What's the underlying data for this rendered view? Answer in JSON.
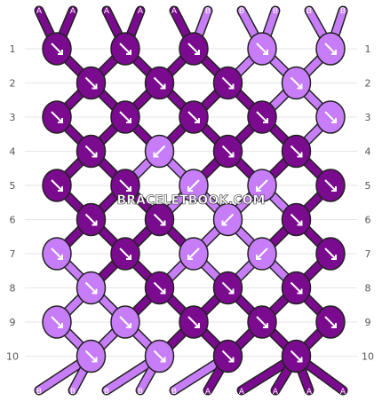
{
  "site_watermark": "BRACELETBOOK.COM",
  "colors": {
    "A": "#7a0a8e",
    "B": "#c77df7",
    "outline": "#222222",
    "bg": "#ffffff"
  },
  "strings_top": [
    "A",
    "A",
    "A",
    "A",
    "A",
    "B",
    "B",
    "B",
    "B",
    "B"
  ],
  "strings_bottom": [
    "B",
    "B",
    "B",
    "B",
    "B",
    "A",
    "A",
    "A",
    "A",
    "A"
  ],
  "row_labels": [
    "1",
    "2",
    "3",
    "4",
    "5",
    "6",
    "7",
    "8",
    "9",
    "10"
  ],
  "rows": [
    {
      "knots": [
        {
          "color": "A",
          "dir": "right"
        },
        {
          "color": "A",
          "dir": "right"
        },
        {
          "color": "A",
          "dir": "right"
        },
        {
          "color": "B",
          "dir": "right"
        },
        {
          "color": "B",
          "dir": "right"
        }
      ]
    },
    {
      "knots": [
        {
          "color": "A",
          "dir": "right"
        },
        {
          "color": "A",
          "dir": "right"
        },
        {
          "color": "A",
          "dir": "right"
        },
        {
          "color": "B",
          "dir": "right"
        }
      ]
    },
    {
      "knots": [
        {
          "color": "A",
          "dir": "right"
        },
        {
          "color": "A",
          "dir": "right"
        },
        {
          "color": "A",
          "dir": "right"
        },
        {
          "color": "A",
          "dir": "right"
        },
        {
          "color": "B",
          "dir": "right"
        }
      ]
    },
    {
      "knots": [
        {
          "color": "A",
          "dir": "right"
        },
        {
          "color": "B",
          "dir": "left"
        },
        {
          "color": "A",
          "dir": "right"
        },
        {
          "color": "A",
          "dir": "right"
        }
      ]
    },
    {
      "knots": [
        {
          "color": "A",
          "dir": "right"
        },
        {
          "color": "A",
          "dir": "right"
        },
        {
          "color": "B",
          "dir": "left"
        },
        {
          "color": "B",
          "dir": "left"
        },
        {
          "color": "A",
          "dir": "right"
        }
      ]
    },
    {
      "knots": [
        {
          "color": "A",
          "dir": "right"
        },
        {
          "color": "A",
          "dir": "right"
        },
        {
          "color": "B",
          "dir": "left"
        },
        {
          "color": "A",
          "dir": "right"
        }
      ]
    },
    {
      "knots": [
        {
          "color": "B",
          "dir": "right"
        },
        {
          "color": "A",
          "dir": "right"
        },
        {
          "color": "B",
          "dir": "left"
        },
        {
          "color": "B",
          "dir": "left"
        },
        {
          "color": "A",
          "dir": "right"
        }
      ]
    },
    {
      "knots": [
        {
          "color": "B",
          "dir": "right"
        },
        {
          "color": "A",
          "dir": "right"
        },
        {
          "color": "A",
          "dir": "right"
        },
        {
          "color": "A",
          "dir": "right"
        }
      ]
    },
    {
      "knots": [
        {
          "color": "B",
          "dir": "right"
        },
        {
          "color": "B",
          "dir": "right"
        },
        {
          "color": "A",
          "dir": "right"
        },
        {
          "color": "A",
          "dir": "right"
        },
        {
          "color": "A",
          "dir": "right"
        }
      ]
    },
    {
      "knots": [
        {
          "color": "B",
          "dir": "right"
        },
        {
          "color": "B",
          "dir": "right"
        },
        {
          "color": "A",
          "dir": "right"
        },
        {
          "color": "A",
          "dir": "right"
        }
      ]
    }
  ]
}
